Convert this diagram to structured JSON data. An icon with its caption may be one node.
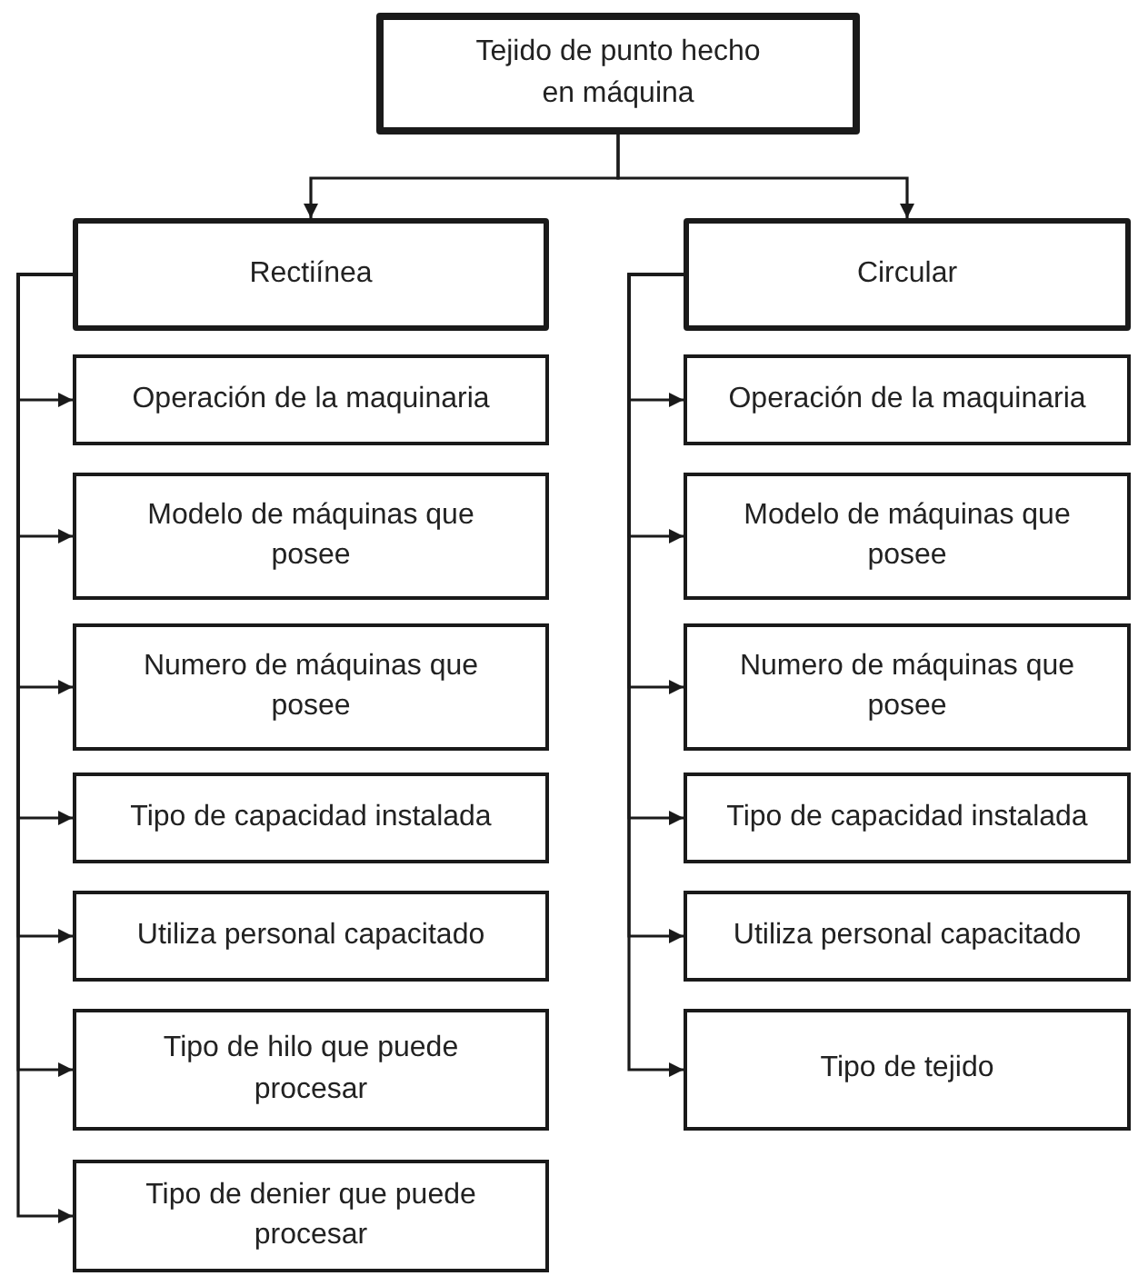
{
  "diagram": {
    "nodes": [
      {
        "text": [
          "Tejido de punto hecho en máquina"
        ]
      },
      {
        "text": [
          "Rectiínea"
        ]
      },
      {
        "text": [
          "Circular"
        ]
      },
      {
        "text": [
          "Operación de la maquinaria"
        ]
      },
      {
        "text": [
          "Modelo de máquinas que posee"
        ]
      },
      {
        "text": [
          "Numero de máquinas que posee"
        ]
      },
      {
        "text": [
          "Tipo de capacidad instalada"
        ]
      },
      {
        "text": [
          "Utiliza personal capacitado"
        ]
      },
      {
        "text": [
          "Tipo de hilo que puede procesar"
        ]
      },
      {
        "text": [
          "Tipo de denier que puede procesar"
        ]
      },
      {
        "text": [
          "Operación de la maquinaria"
        ]
      },
      {
        "text": [
          "Modelo de máquinas que posee"
        ]
      },
      {
        "text": [
          "Numero de máquinas que posee"
        ]
      },
      {
        "text": [
          "Tipo de capacidad instalada"
        ]
      },
      {
        "text": [
          "Utiliza personal capacitado"
        ]
      },
      {
        "text": [
          "Tipo de tejido"
        ]
      }
    ],
    "edges": [
      {
        "from": 0,
        "to": 1,
        "arrow": "to"
      },
      {
        "from": 0,
        "to": 2,
        "arrow": "to"
      },
      {
        "from": 1,
        "to": 3,
        "arrow": "to"
      },
      {
        "from": 1,
        "to": 4,
        "arrow": "to"
      },
      {
        "from": 1,
        "to": 5,
        "arrow": "to"
      },
      {
        "from": 1,
        "to": 6,
        "arrow": "to"
      },
      {
        "from": 1,
        "to": 7,
        "arrow": "to"
      },
      {
        "from": 1,
        "to": 8,
        "arrow": "to"
      },
      {
        "from": 1,
        "to": 9,
        "arrow": "to"
      },
      {
        "from": 2,
        "to": 10,
        "arrow": "to"
      },
      {
        "from": 2,
        "to": 11,
        "arrow": "to"
      },
      {
        "from": 2,
        "to": 12,
        "arrow": "to"
      },
      {
        "from": 2,
        "to": 13,
        "arrow": "to"
      },
      {
        "from": 2,
        "to": 14,
        "arrow": "to"
      },
      {
        "from": 2,
        "to": 15,
        "arrow": "to"
      }
    ]
  }
}
